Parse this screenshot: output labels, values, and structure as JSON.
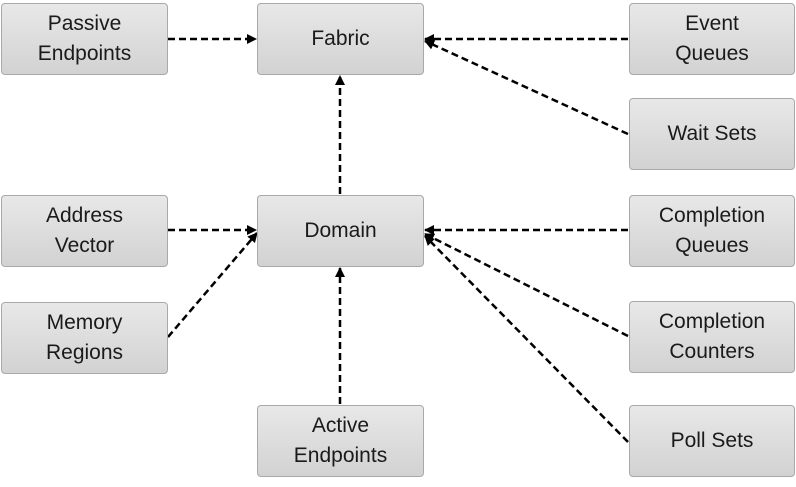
{
  "colors": {
    "node_fill_top": "#e8e8e8",
    "node_fill_bottom": "#d2d2d2",
    "node_border": "#a9a9a9",
    "arrow": "#000000"
  },
  "nodes": {
    "passive_endpoints": "Passive\nEndpoints",
    "fabric": "Fabric",
    "event_queues": "Event\nQueues",
    "wait_sets": "Wait Sets",
    "address_vector": "Address\nVector",
    "domain": "Domain",
    "completion_queues": "Completion\nQueues",
    "memory_regions": "Memory\nRegions",
    "completion_counters": "Completion\nCounters",
    "active_endpoints": "Active\nEndpoints",
    "poll_sets": "Poll Sets"
  },
  "edges": [
    {
      "from": "passive_endpoints",
      "to": "fabric"
    },
    {
      "from": "event_queues",
      "to": "fabric"
    },
    {
      "from": "wait_sets",
      "to": "fabric"
    },
    {
      "from": "domain",
      "to": "fabric"
    },
    {
      "from": "address_vector",
      "to": "domain"
    },
    {
      "from": "memory_regions",
      "to": "domain"
    },
    {
      "from": "completion_queues",
      "to": "domain"
    },
    {
      "from": "completion_counters",
      "to": "domain"
    },
    {
      "from": "poll_sets",
      "to": "domain"
    },
    {
      "from": "active_endpoints",
      "to": "domain"
    }
  ]
}
